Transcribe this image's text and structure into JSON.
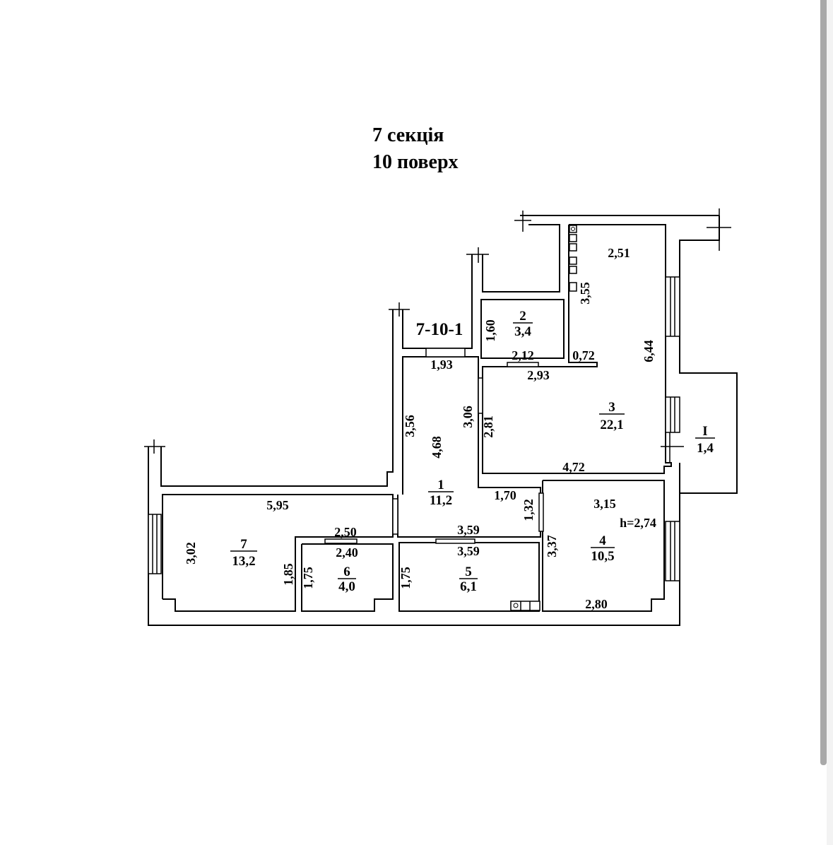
{
  "title": {
    "section": "7 секція",
    "floor": "10 поверх"
  },
  "plan_id": "7-10-1",
  "rooms": [
    {
      "number": "1",
      "area": "11,2"
    },
    {
      "number": "2",
      "area": "3,4"
    },
    {
      "number": "3",
      "area": "22,1"
    },
    {
      "number": "4",
      "area": "10,5"
    },
    {
      "number": "5",
      "area": "6,1"
    },
    {
      "number": "6",
      "area": "4,0"
    },
    {
      "number": "7",
      "area": "13,2"
    },
    {
      "number": "I",
      "area": "1,4"
    }
  ],
  "dimensions": {
    "d251": "2,51",
    "d355": "3,55",
    "d160": "1,60",
    "d212": "2,12",
    "d072": "0,72",
    "d193": "1,93",
    "d293": "2,93",
    "d644": "6,44",
    "d356": "3,56",
    "d468": "4,68",
    "d306": "3,06",
    "d281": "2,81",
    "d472": "4,72",
    "d595": "5,95",
    "d170": "1,70",
    "d132": "1,32",
    "d315": "3,15",
    "height": "h=2,74",
    "d359a": "3,59",
    "d250": "2,50",
    "d240": "2,40",
    "d359b": "3,59",
    "d337": "3,37",
    "d302": "3,02",
    "d185": "1,85",
    "d175a": "1,75",
    "d175b": "1,75",
    "d280": "2,80"
  }
}
